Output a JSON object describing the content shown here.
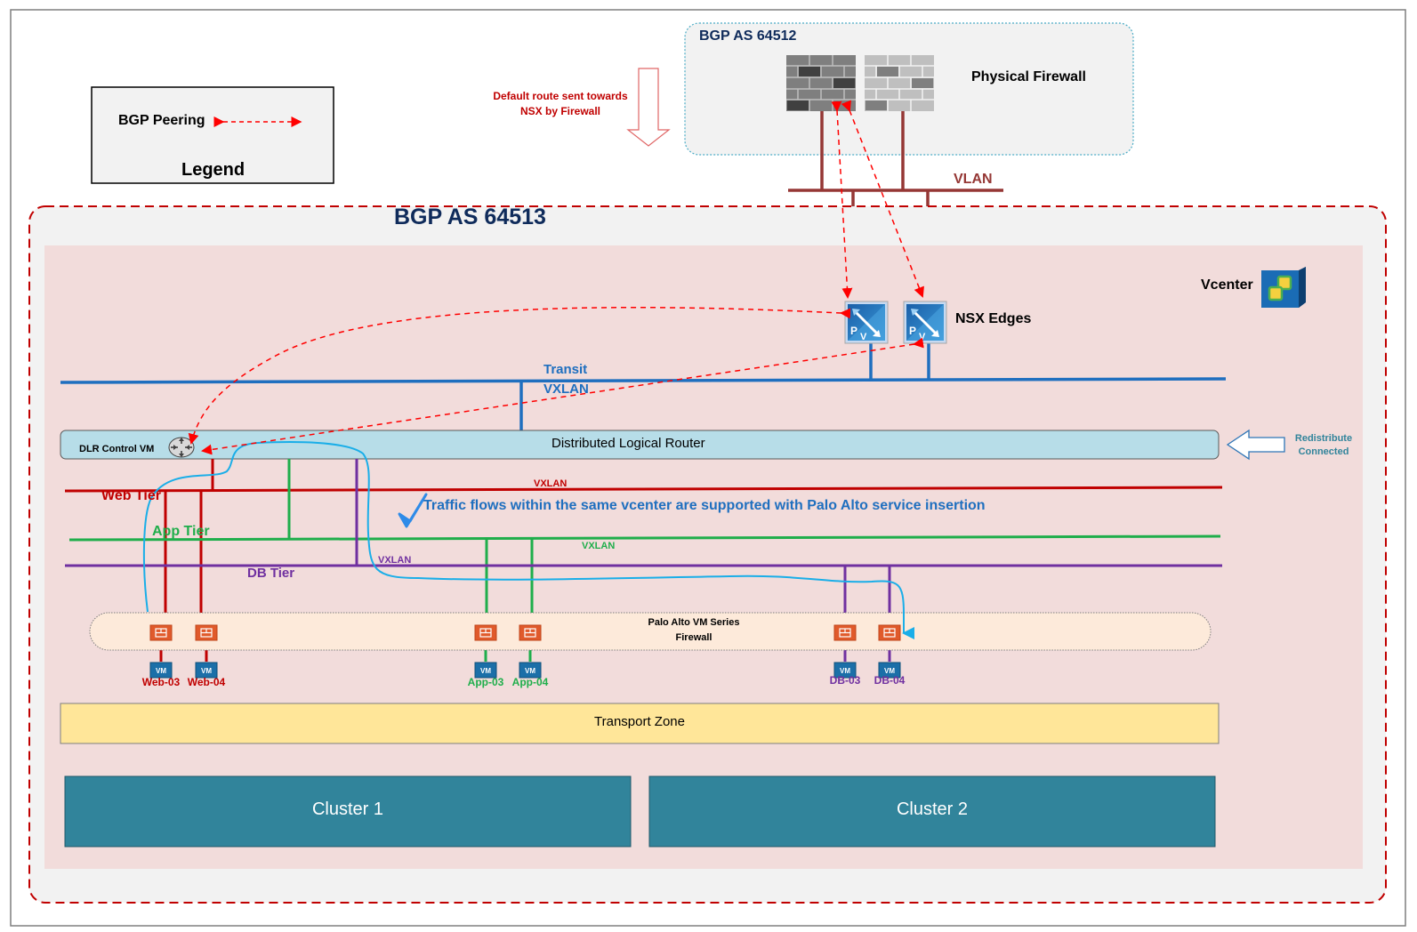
{
  "legend": {
    "item_label": "BGP Peering",
    "title": "Legend"
  },
  "default_route_note": {
    "line1": "Default route sent towards",
    "line2": "NSX by Firewall"
  },
  "external_as": {
    "title": "BGP AS 64512",
    "firewall_label": "Physical Firewall",
    "vlan_label": "VLAN"
  },
  "internal_as": {
    "title": "BGP AS 64513"
  },
  "vcenter_label": "Vcenter",
  "nsx_edges_label": "NSX Edges",
  "transit": {
    "line1": "Transit",
    "line2": "VXLAN"
  },
  "dlr": {
    "label": "Distributed Logical Router",
    "control_vm_label": "DLR Control VM"
  },
  "redistribute": {
    "line1": "Redistribute",
    "line2": "Connected"
  },
  "tiers": {
    "web": {
      "label": "Web Tier",
      "vxlan_label": "VXLAN",
      "color": "#c00000"
    },
    "app": {
      "label": "App Tier",
      "vxlan_label": "VXLAN",
      "color": "#1fae4b"
    },
    "db": {
      "label": "DB Tier",
      "vxlan_label": "VXLAN",
      "color": "#7030a0"
    }
  },
  "traffic_note": "Traffic flows within the same vcenter are supported with Palo Alto service insertion",
  "palo_alto": {
    "line1": "Palo Alto VM Series",
    "line2": "Firewall"
  },
  "vms": [
    {
      "name": "Web-03",
      "icon": "VM",
      "tier": "web"
    },
    {
      "name": "Web-04",
      "icon": "VM",
      "tier": "web"
    },
    {
      "name": "App-03",
      "icon": "VM",
      "tier": "app"
    },
    {
      "name": "App-04",
      "icon": "VM",
      "tier": "app"
    },
    {
      "name": "DB-03",
      "icon": "VM",
      "tier": "db"
    },
    {
      "name": "DB-04",
      "icon": "VM",
      "tier": "db"
    }
  ],
  "transport_zone_label": "Transport Zone",
  "clusters": [
    {
      "label": "Cluster 1"
    },
    {
      "label": "Cluster 2"
    }
  ],
  "colors": {
    "bgp_peering": "#ff0000",
    "vlan": "#953735",
    "transit": "#1f6fbf",
    "dark_title": "#0f2b5b",
    "traffic_note": "#1f6fbf",
    "flow_path": "#1aaee8",
    "cluster": "#31849b",
    "transport_zone": "#ffe699",
    "dlr": "#b7dde8",
    "inner_zone": "#f2dcdb"
  }
}
